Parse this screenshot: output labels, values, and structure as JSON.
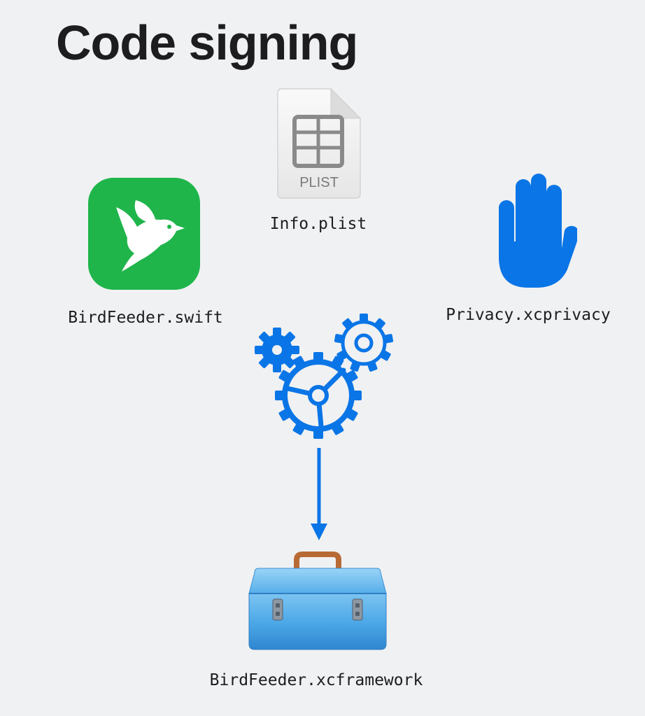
{
  "title": "Code signing",
  "nodes": {
    "plist": {
      "badge": "PLIST",
      "label": "Info.plist"
    },
    "app": {
      "label": "BirdFeeder.swift"
    },
    "privacy": {
      "label": "Privacy.xcprivacy"
    },
    "output": {
      "label": "BirdFeeder.xcframework"
    }
  },
  "colors": {
    "background": "#f0f1f2",
    "text": "#1d1d1f",
    "accent_blue": "#0a75e6",
    "app_green": "#1fb54a",
    "toolbox_blue": "#4aa6e6",
    "handle_brown": "#b86a35"
  },
  "icons": {
    "plist": "plist-file-icon",
    "app": "bird-app-icon",
    "privacy": "hand-raised-icon",
    "process": "gears-icon",
    "arrow": "arrow-down-icon",
    "output": "toolbox-icon"
  }
}
